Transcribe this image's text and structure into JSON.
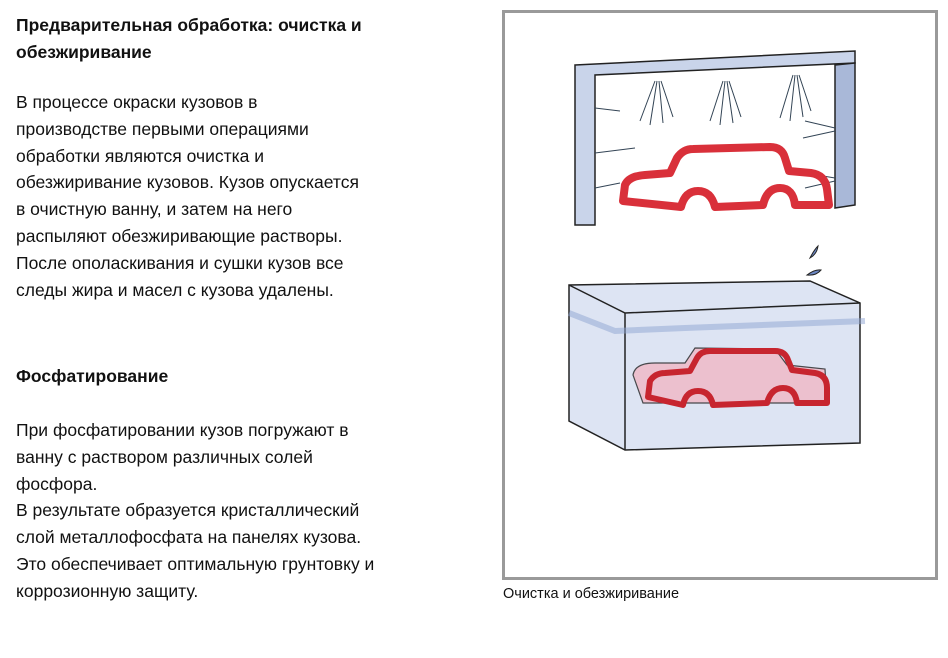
{
  "section1": {
    "heading": [
      "Предварительная обработка: очистка и",
      "обезжиривание"
    ],
    "paragraph": [
      "В процессе окраски кузовов в",
      "производстве первыми операциями",
      "обработки являются очистка и",
      "обезжиривание кузовов. Кузов опускается",
      "в очистную ванну, и затем на него",
      "распыляют обезжиривающие растворы.",
      "После ополаскивания и сушки кузов все",
      "следы жира и масел с кузова удалены."
    ]
  },
  "section2": {
    "heading": "Фосфатирование",
    "paragraph": [
      "При фосфатировании кузов погружают в",
      "ванну с раствором различных солей",
      "фосфора.",
      "В результате образуется кристаллический",
      "слой металлофосфата на панелях кузова.",
      "Это обеспечивает оптимальную грунтовку и",
      "коррозионную защиту."
    ]
  },
  "figure": {
    "caption": "Очистка и обезжиривание"
  },
  "colors": {
    "car": "#d9303a",
    "water": "#b9c8e6",
    "frame": "#9a9a9a"
  }
}
